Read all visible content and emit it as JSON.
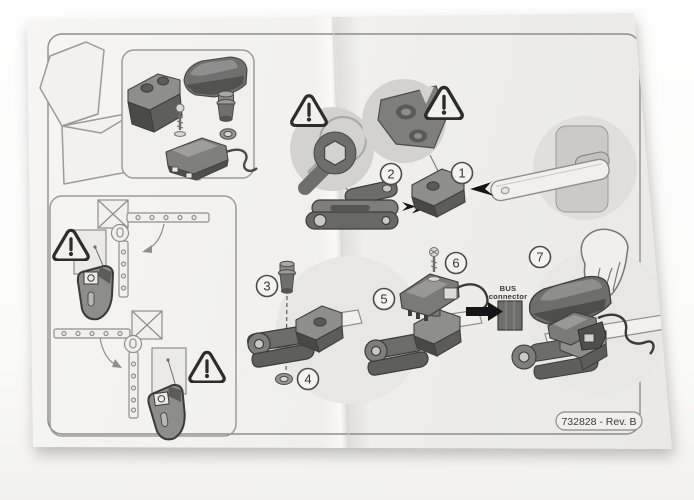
{
  "sheet": {
    "revision_label": "732828 - Rev. B",
    "bus_connector_label": {
      "line1": "BUS",
      "line2": "connector"
    },
    "step_numbers": [
      "1",
      "2",
      "3",
      "4",
      "5",
      "6",
      "7"
    ],
    "colors": {
      "paper": "#f1f0ed",
      "outline_light": "#9b9a98",
      "outline_dark": "#3c3c3a",
      "part_dark": "#5c5c5a",
      "part_mid": "#7d7d7b",
      "part_hole_light": "#c9c8c5",
      "callout_circle_fill": "#d3d2cf",
      "warning_stroke": "#2c2c2c",
      "arrow_black": "#161616",
      "text": "#3a3a38"
    }
  }
}
